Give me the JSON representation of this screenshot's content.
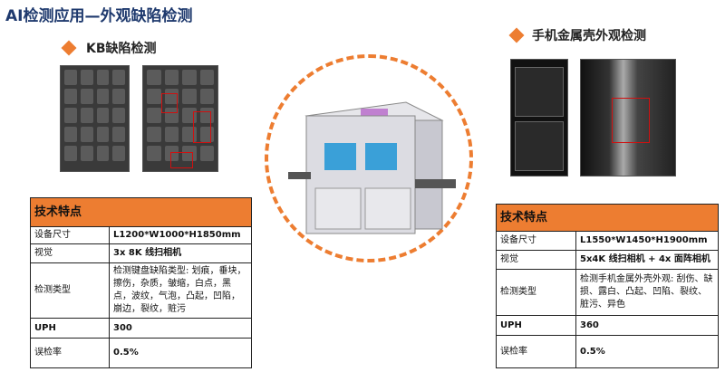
{
  "title": "AI检测应用—外观缺陷检测",
  "left": {
    "heading": "KB缺陷检测",
    "table": {
      "header": "技术特点",
      "rows": [
        {
          "label": "设备尺寸",
          "value": "L1200*W1000*H1850mm"
        },
        {
          "label": "视觉",
          "value": "3x 8K 线扫相机"
        },
        {
          "label": "检测类型",
          "value": "检测键盘缺陷类型: 划痕，垂块，擦伤，杂质，皱缩，白点，黑点，波纹，气泡，凸起，凹陷，崩边，裂纹，赃污"
        },
        {
          "label": "UPH",
          "value": "300"
        },
        {
          "label": "误检率",
          "value": "0.5%"
        }
      ]
    }
  },
  "right": {
    "heading": "手机金属壳外观检测",
    "table": {
      "header": "技术特点",
      "rows": [
        {
          "label": "设备尺寸",
          "value": "L1550*W1450*H1900mm"
        },
        {
          "label": "视觉",
          "value": "5x4K 线扫相机 + 4x 面阵相机"
        },
        {
          "label": "检测类型",
          "value": "检测手机金属外壳外观: 刮伤、缺损、露白、凸起、凹陷、裂纹、脏污、异色"
        },
        {
          "label": "UPH",
          "value": "360"
        },
        {
          "label": "误检率",
          "value": "0.5%"
        }
      ]
    }
  },
  "colors": {
    "accent": "#ed7d31",
    "title": "#1f3a6e"
  }
}
